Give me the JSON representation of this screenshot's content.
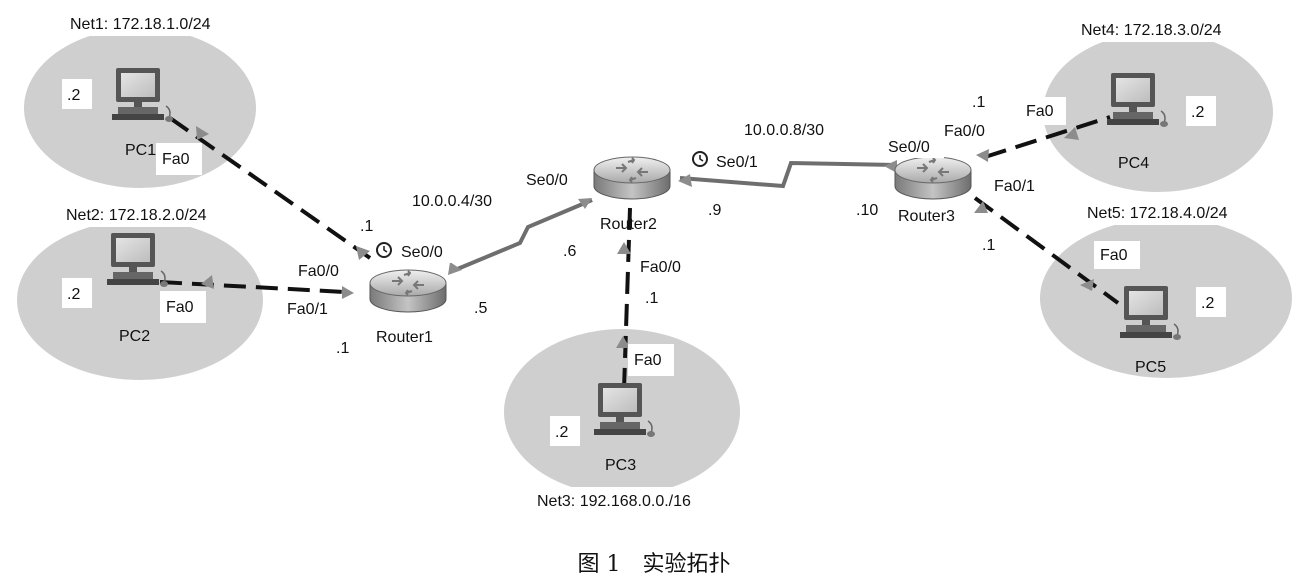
{
  "caption": "图 1　实验拓扑",
  "networks": [
    {
      "id": "net1",
      "label": "Net1: 172.18.1.0/24"
    },
    {
      "id": "net2",
      "label": "Net2: 172.18.2.0/24"
    },
    {
      "id": "net3",
      "label": "Net3: 192.168.0.0./16"
    },
    {
      "id": "net4",
      "label": "Net4: 172.18.3.0/24"
    },
    {
      "id": "net5",
      "label": "Net5: 172.18.4.0/24"
    }
  ],
  "serial_links": [
    {
      "id": "r1-r2",
      "label": "10.0.0.4/30"
    },
    {
      "id": "r2-r3",
      "label": "10.0.0.8/30"
    }
  ],
  "routers": [
    {
      "id": "router1",
      "name": "Router1"
    },
    {
      "id": "router2",
      "name": "Router2"
    },
    {
      "id": "router3",
      "name": "Router3"
    }
  ],
  "pcs": [
    {
      "id": "pc1",
      "name": "PC1",
      "host": ".2",
      "port": "Fa0"
    },
    {
      "id": "pc2",
      "name": "PC2",
      "host": ".2",
      "port": "Fa0"
    },
    {
      "id": "pc3",
      "name": "PC3",
      "host": ".2",
      "port": "Fa0"
    },
    {
      "id": "pc4",
      "name": "PC4",
      "host": ".2",
      "port": "Fa0"
    },
    {
      "id": "pc5",
      "name": "PC5",
      "host": ".2",
      "port": "Fa0"
    }
  ],
  "interfaces": {
    "r1_fa00": "Fa0/0",
    "r1_fa00_host": ".1",
    "r1_fa01": "Fa0/1",
    "r1_fa01_host": ".1",
    "r1_se00": "Se0/0",
    "r1_se00_host": ".5",
    "r2_se00": "Se0/0",
    "r2_se00_host": ".6",
    "r2_se01": "Se0/1",
    "r2_se01_host": ".9",
    "r2_fa00": "Fa0/0",
    "r2_fa00_host": ".1",
    "r3_se00": "Se0/0",
    "r3_se00_host": ".10",
    "r3_fa00": "Fa0/0",
    "r3_fa00_host": ".1",
    "r3_fa01": "Fa0/1",
    "r3_fa01_host": ".1"
  },
  "colors": {
    "cloud": "#cfcfcf",
    "serial": "#6e6e6e",
    "ethernet": "#111111",
    "port_marker": "#8c8c8c",
    "router_body": "#9a9a9a"
  }
}
